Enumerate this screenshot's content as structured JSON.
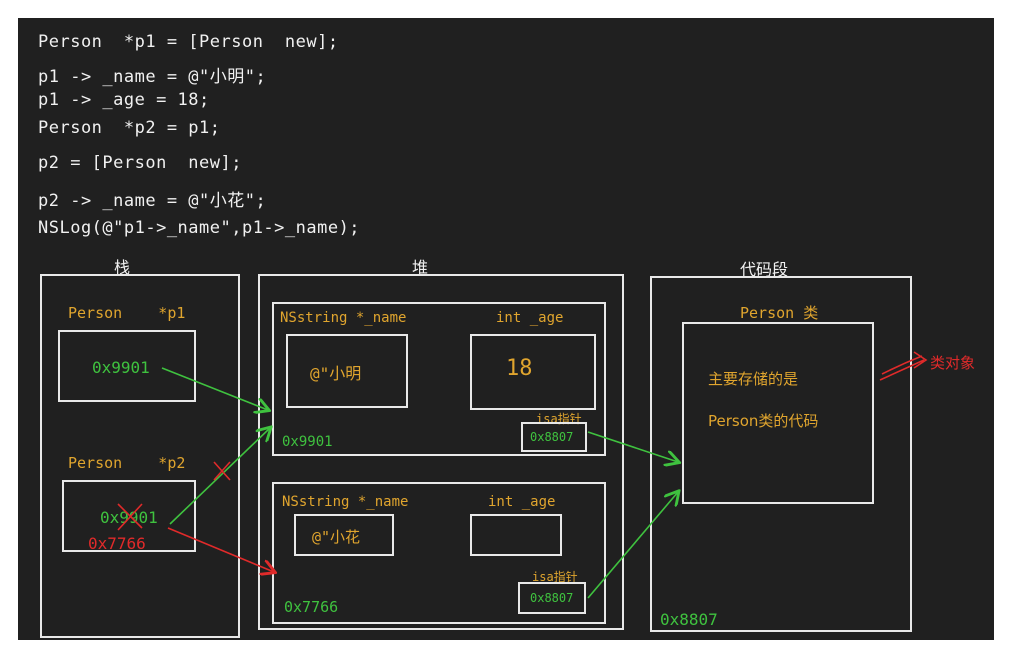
{
  "code_lines": [
    "Person  *p1 = [Person  new];",
    "p1 -> _name = @\"小明\";",
    "p1 -> _age = 18;",
    "Person  *p2 = p1;",
    "p2 = [Person  new];",
    "p2 -> _name = @\"小花\";",
    "NSLog(@\"p1->_name\",p1->_name);"
  ],
  "sections": {
    "stack": "栈",
    "heap": "堆",
    "code_segment": "代码段"
  },
  "stack": {
    "p1_label": "Person    *p1",
    "p1_value": "0x9901",
    "p2_label": "Person    *p2",
    "p2_old_value": "0x9901",
    "p2_new_value": "0x7766"
  },
  "heap": {
    "obj1": {
      "name_field": "NSstring *_name",
      "age_field": "int _age",
      "name_value": "@\"小明",
      "age_value": "18",
      "isa_label": "isa指针",
      "isa_value": "0x8807",
      "address": "0x9901"
    },
    "obj2": {
      "name_field": "NSstring *_name",
      "age_field": "int _age",
      "name_value": "@\"小花",
      "age_value": "",
      "isa_label": "isa指针",
      "isa_value": "0x8807",
      "address": "0x7766"
    }
  },
  "code_segment": {
    "class_label": "Person 类",
    "desc_line1": "主要存储的是",
    "desc_line2": "Person类的代码",
    "address": "0x8807",
    "side_note": "类对象"
  },
  "colors": {
    "background": "#202020",
    "chalk": "#f1f1f1",
    "orange": "#e0a52e",
    "green": "#3fc23f",
    "red": "#e02a2a"
  }
}
